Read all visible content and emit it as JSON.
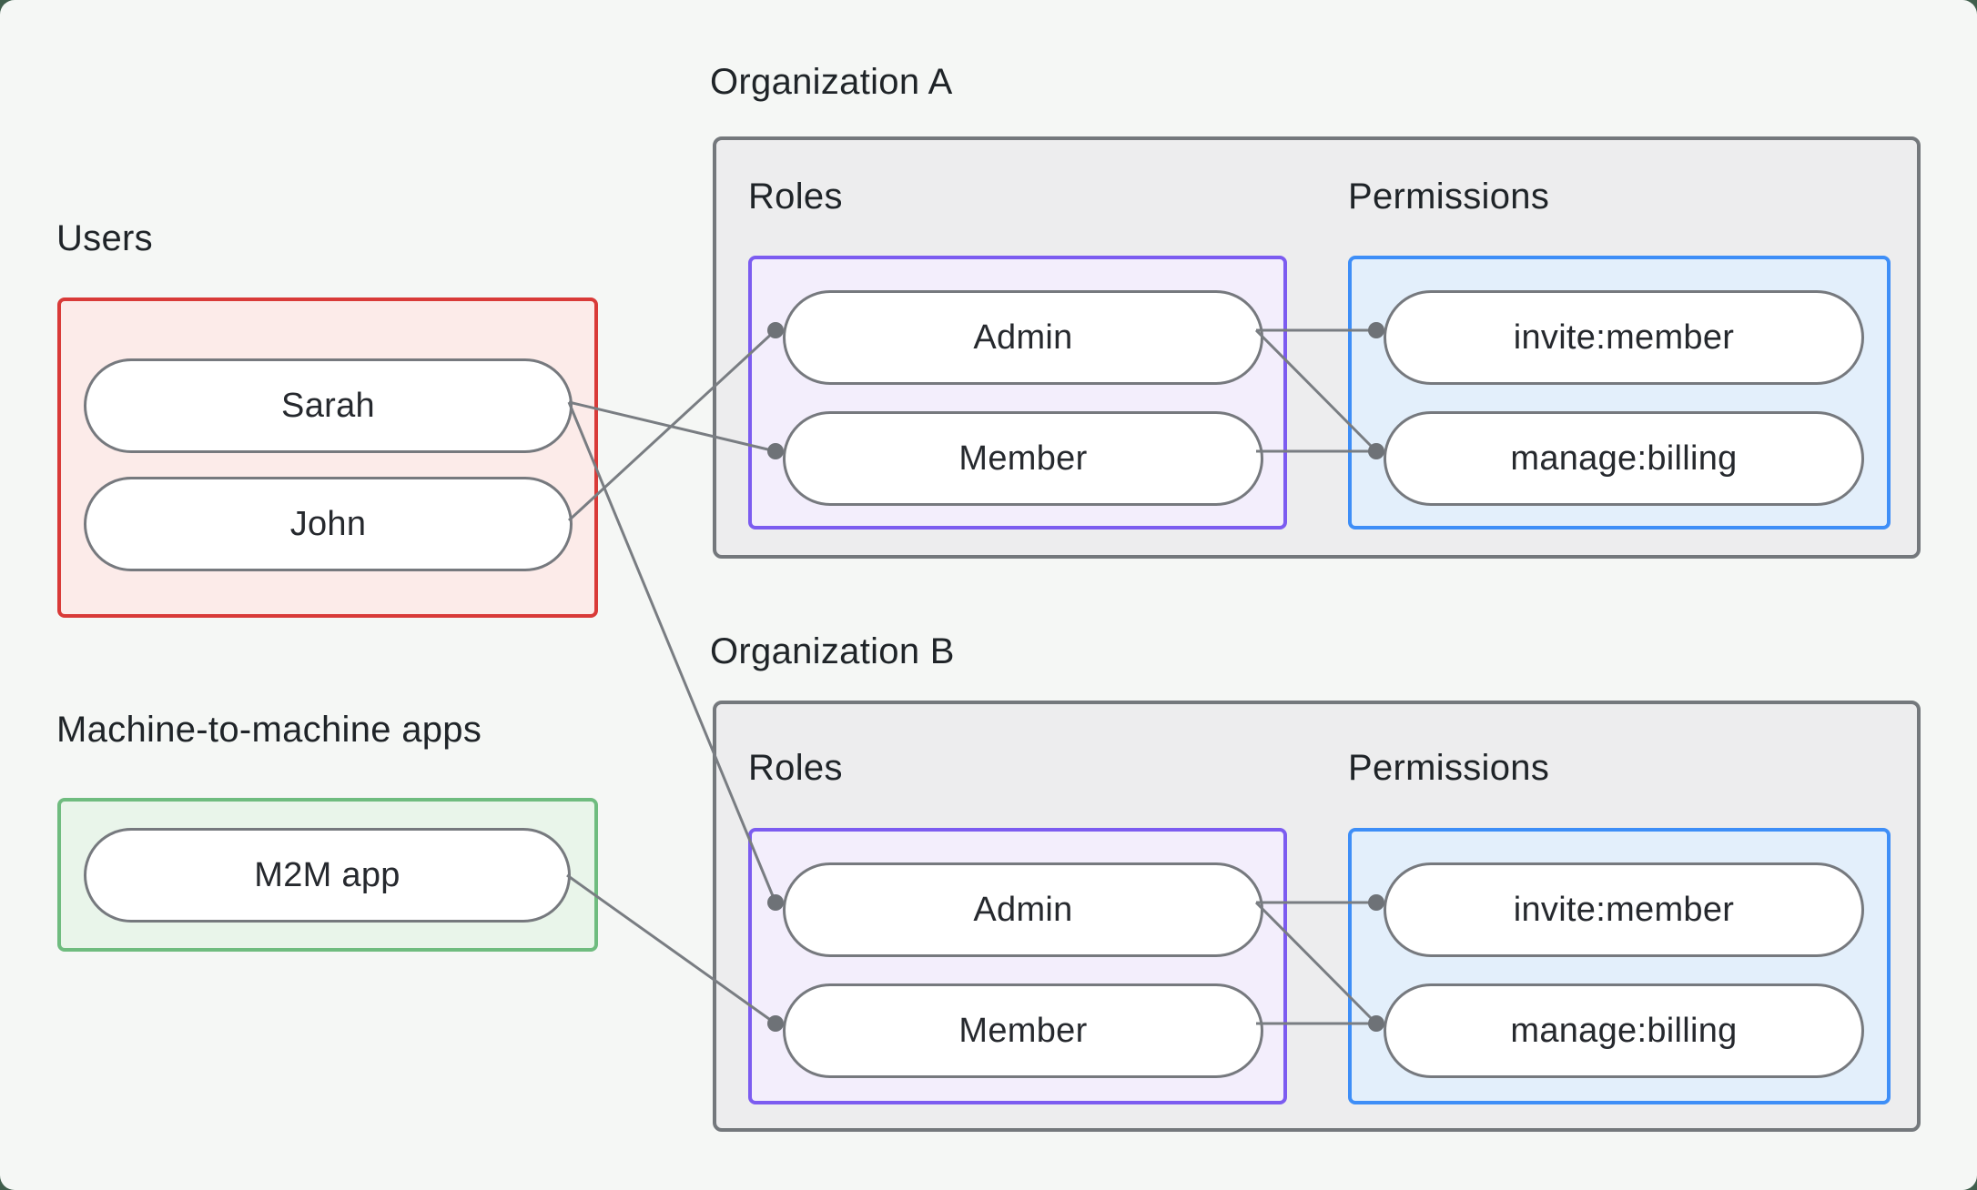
{
  "page": {
    "background": "#f5f7f5",
    "background_outside": "#405e4c",
    "connector_color": "#797d82"
  },
  "users_group": {
    "label": "Users",
    "border_color": "#d93a38",
    "fill_color": "#fcebe9",
    "items": [
      {
        "label": "Sarah"
      },
      {
        "label": "John"
      }
    ]
  },
  "m2m_group": {
    "label": "Machine-to-machine apps",
    "border_color": "#6fbc7f",
    "fill_color": "#e9f5ea",
    "items": [
      {
        "label": "M2M app"
      }
    ]
  },
  "organizations": [
    {
      "label": "Organization A",
      "roles": {
        "label": "Roles",
        "border_color": "#7c5cf0",
        "fill_color": "#f3eefc",
        "items": [
          {
            "label": "Admin"
          },
          {
            "label": "Member"
          }
        ]
      },
      "permissions": {
        "label": "Permissions",
        "border_color": "#3e8ef7",
        "fill_color": "#e3effb",
        "items": [
          {
            "label": "invite:member"
          },
          {
            "label": "manage:billing"
          }
        ]
      }
    },
    {
      "label": "Organization B",
      "roles": {
        "label": "Roles",
        "border_color": "#7c5cf0",
        "fill_color": "#f3eefc",
        "items": [
          {
            "label": "Admin"
          },
          {
            "label": "Member"
          }
        ]
      },
      "permissions": {
        "label": "Permissions",
        "border_color": "#3e8ef7",
        "fill_color": "#e3effb",
        "items": [
          {
            "label": "invite:member"
          },
          {
            "label": "manage:billing"
          }
        ]
      }
    }
  ],
  "edges": [
    {
      "from": "Sarah",
      "to": "Organization A / Member"
    },
    {
      "from": "John",
      "to": "Organization A / Admin"
    },
    {
      "from": "Sarah",
      "to": "Organization B / Admin"
    },
    {
      "from": "M2M app",
      "to": "Organization B / Member"
    },
    {
      "from": "Organization A / Admin",
      "to": "Organization A / invite:member"
    },
    {
      "from": "Organization A / Admin",
      "to": "Organization A / manage:billing"
    },
    {
      "from": "Organization A / Member",
      "to": "Organization A / manage:billing"
    },
    {
      "from": "Organization B / Admin",
      "to": "Organization B / invite:member"
    },
    {
      "from": "Organization B / Admin",
      "to": "Organization B / manage:billing"
    },
    {
      "from": "Organization B / Member",
      "to": "Organization B / manage:billing"
    }
  ]
}
